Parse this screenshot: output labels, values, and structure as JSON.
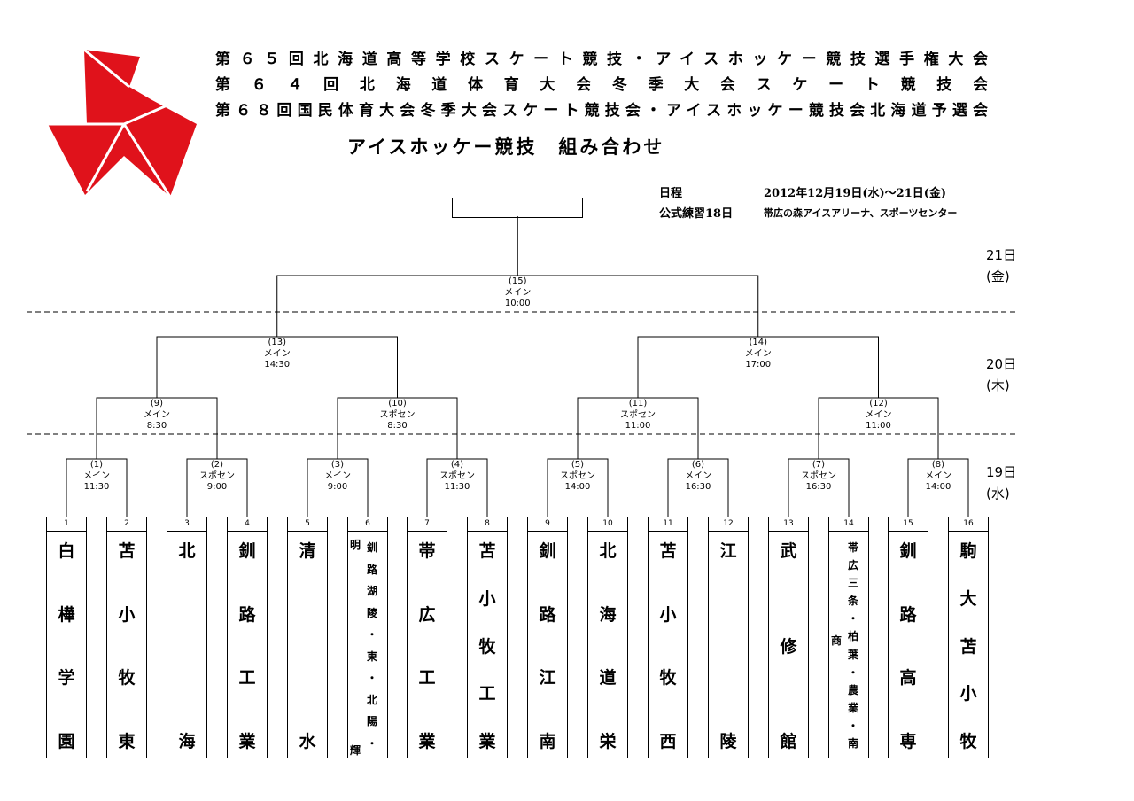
{
  "header": {
    "titles": [
      "第６５回北海道高等学校スケート競技・アイスホッケー競技選手権大会",
      "第６４回北海道体育大会冬季大会スケート競技会",
      "第６８回国民体育大会冬季大会スケート競技会・アイスホッケー競技会北海道予選会"
    ],
    "subtitle": "アイスホッケー競技　組み合わせ"
  },
  "schedule": {
    "dates_label": "日程",
    "dates_value": "2012年12月19日(水)～21日(金)",
    "practice_label": "公式練習18日",
    "practice_value": "帯広の森アイスアリーナ、スポーツセンター"
  },
  "days": [
    {
      "date": "21日",
      "weekday": "(金)"
    },
    {
      "date": "20日",
      "weekday": "(木)"
    },
    {
      "date": "19日",
      "weekday": "(水)"
    }
  ],
  "final_box": "",
  "games": [
    {
      "no": "(1)",
      "venue": "メイン",
      "time": "11:30"
    },
    {
      "no": "(2)",
      "venue": "スポセン",
      "time": "9:00"
    },
    {
      "no": "(3)",
      "venue": "メイン",
      "time": "9:00"
    },
    {
      "no": "(4)",
      "venue": "スポセン",
      "time": "11:30"
    },
    {
      "no": "(5)",
      "venue": "スポセン",
      "time": "14:00"
    },
    {
      "no": "(6)",
      "venue": "メイン",
      "time": "16:30"
    },
    {
      "no": "(7)",
      "venue": "スポセン",
      "time": "16:30"
    },
    {
      "no": "(8)",
      "venue": "メイン",
      "time": "14:00"
    },
    {
      "no": "(9)",
      "venue": "メイン",
      "time": "8:30"
    },
    {
      "no": "(10)",
      "venue": "スポセン",
      "time": "8:30"
    },
    {
      "no": "(11)",
      "venue": "スポセン",
      "time": "11:00"
    },
    {
      "no": "(12)",
      "venue": "メイン",
      "time": "11:00"
    },
    {
      "no": "(13)",
      "venue": "メイン",
      "time": "14:30"
    },
    {
      "no": "(14)",
      "venue": "メイン",
      "time": "17:00"
    },
    {
      "no": "(15)",
      "venue": "メイン",
      "time": "10:00"
    }
  ],
  "teams": [
    {
      "no": "1",
      "name": "白樺学園"
    },
    {
      "no": "2",
      "name": "苫小牧東"
    },
    {
      "no": "3",
      "name": "北海"
    },
    {
      "no": "4",
      "name": "釧路工業"
    },
    {
      "no": "5",
      "name": "清水"
    },
    {
      "no": "6",
      "name": "釧路湖陵・東・北陽・",
      "side": "明輝"
    },
    {
      "no": "7",
      "name": "帯広工業"
    },
    {
      "no": "8",
      "name": "苫小牧工業"
    },
    {
      "no": "9",
      "name": "釧路江南"
    },
    {
      "no": "10",
      "name": "北海道栄"
    },
    {
      "no": "11",
      "name": "苫小牧西"
    },
    {
      "no": "12",
      "name": "江陵"
    },
    {
      "no": "13",
      "name": "武修館"
    },
    {
      "no": "14",
      "name": "帯広三条・柏葉・農業・南",
      "side": "商"
    },
    {
      "no": "15",
      "name": "釧路高専"
    },
    {
      "no": "16",
      "name": "駒大苫小牧"
    }
  ],
  "colors": {
    "logo": "#e0121b"
  }
}
